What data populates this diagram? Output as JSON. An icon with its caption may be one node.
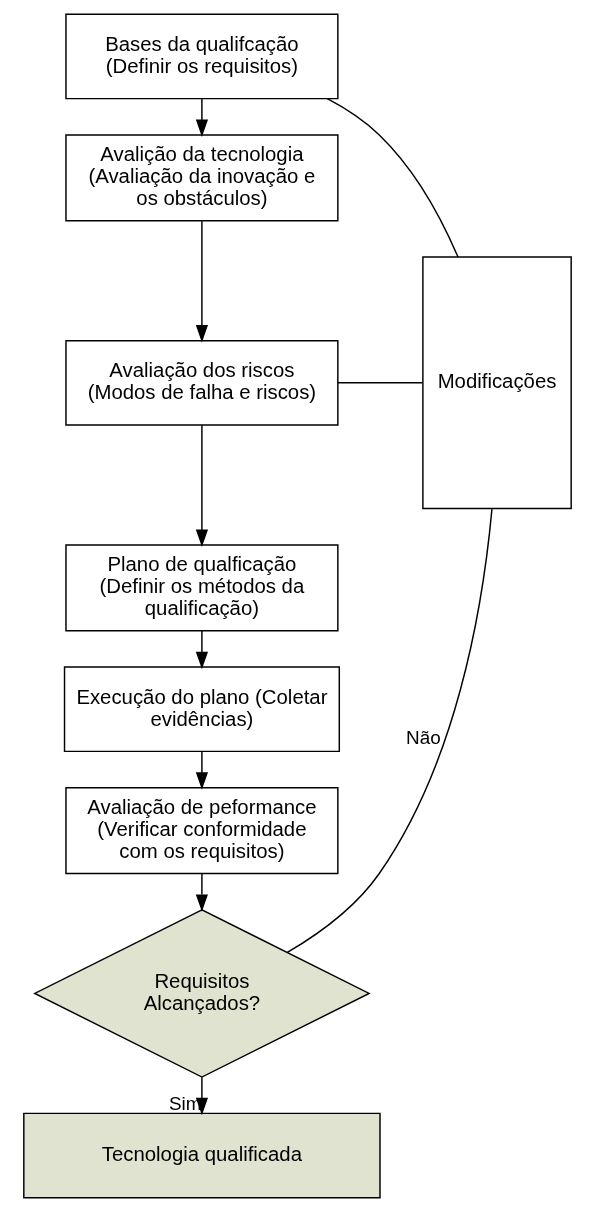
{
  "diagram": {
    "nodes": [
      {
        "text": [
          "Bases da qualifcação (Definir os requisitos)"
        ]
      },
      {
        "text": [
          "Avalição da tecnologia (Avaliação da inovação e os obstáculos)"
        ]
      },
      {
        "text": [
          "Avaliação dos riscos (Modos de falha e riscos)"
        ]
      },
      {
        "text": [
          "Plano de qualficação (Definir os métodos da qualificação)"
        ]
      },
      {
        "text": [
          "Execução do plano (Coletar evidências)"
        ]
      },
      {
        "text": [
          "Avaliação de peformance (Verificar conformidade com os requisitos)"
        ]
      },
      {
        "text": [
          "Requisitos Alcançados?"
        ]
      },
      {
        "text": [
          "Tecnologia qualificada"
        ]
      },
      {
        "text": [
          "Modificações"
        ]
      }
    ],
    "edges": [
      {
        "from": 0,
        "to": 1,
        "arrow": "to"
      },
      {
        "from": 1,
        "to": 2,
        "arrow": "to"
      },
      {
        "from": 2,
        "to": 3,
        "arrow": "to"
      },
      {
        "from": 3,
        "to": 4,
        "arrow": "to"
      },
      {
        "from": 4,
        "to": 5,
        "arrow": "to"
      },
      {
        "from": 5,
        "to": 6,
        "arrow": "to"
      },
      {
        "from": 6,
        "to": 7,
        "label": "Sim",
        "arrow": "to"
      },
      {
        "from": 6,
        "to": 8,
        "label": "Não",
        "arrow": "none"
      },
      {
        "from": 8,
        "to": 0,
        "arrow": "none"
      },
      {
        "from": 8,
        "to": 2,
        "arrow": "none"
      }
    ]
  }
}
